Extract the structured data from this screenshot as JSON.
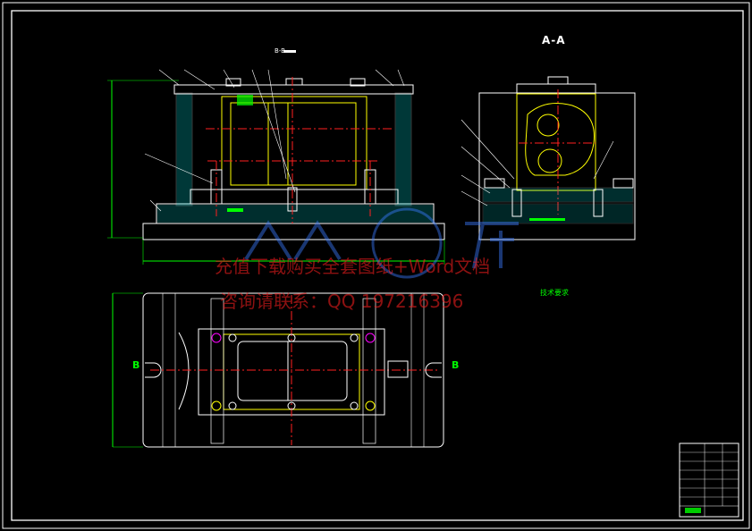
{
  "drawing": {
    "section_title": "A-A",
    "view_label_top": "B-B",
    "section_marker_left": "B",
    "section_marker_right": "B"
  },
  "watermark": {
    "line1": "充值下载购买全套图纸+Word文档",
    "line2": "咨询请联系：QQ 197216396"
  },
  "tech_requirements": {
    "title": "技术要求",
    "lines": [
      "",
      "",
      "",
      "",
      "",
      ""
    ]
  },
  "colors": {
    "background": "#000000",
    "outline": "#ffffff",
    "dimension": "#00ff00",
    "centerline": "#ff2020",
    "part": "#ffff00",
    "hatch": "#00ffff",
    "fastener": "#ff00ff",
    "watermark": "#ff2020"
  }
}
